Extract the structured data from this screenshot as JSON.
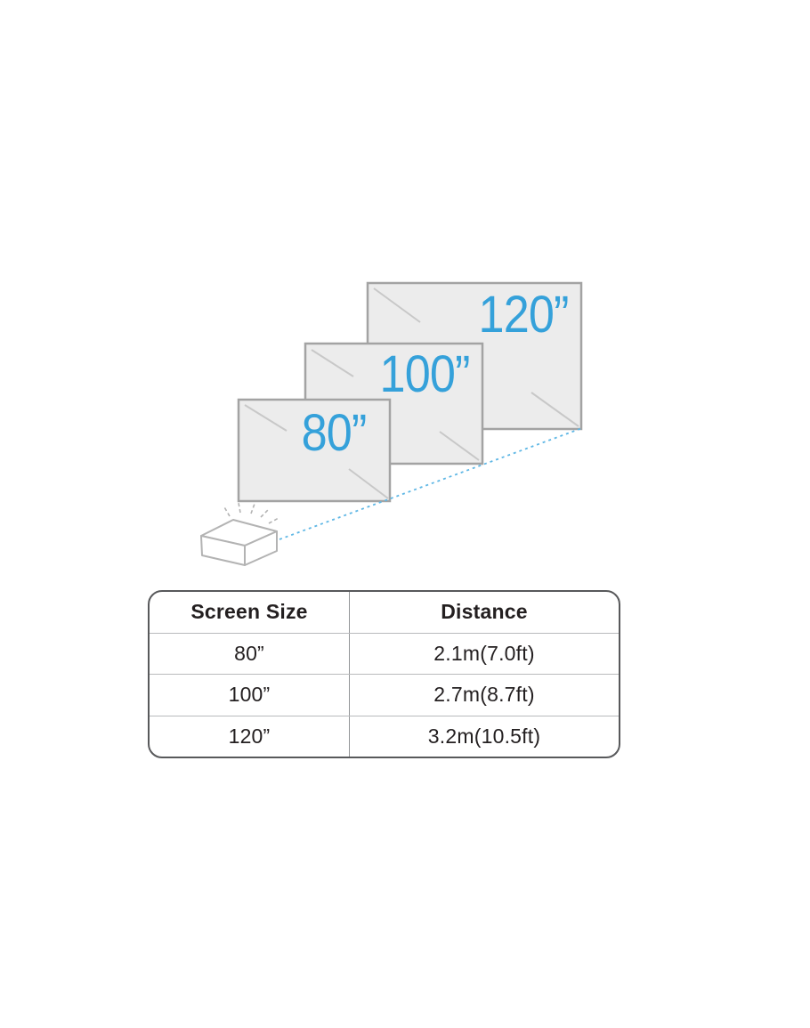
{
  "colors": {
    "accent_blue": "#35a1da",
    "beam_blue": "#5fb7e5",
    "screen_fill": "#ececec",
    "screen_border": "#a3a3a3",
    "table_border": "#58595b"
  },
  "diagram": {
    "screens": [
      {
        "id": "80",
        "label": "80”"
      },
      {
        "id": "100",
        "label": "100”"
      },
      {
        "id": "120",
        "label": "120”"
      }
    ]
  },
  "table": {
    "headers": [
      "Screen Size",
      "Distance"
    ],
    "rows": [
      {
        "size": "80”",
        "distance": "2.1m(7.0ft)"
      },
      {
        "size": "100”",
        "distance": "2.7m(8.7ft)"
      },
      {
        "size": "120”",
        "distance": "3.2m(10.5ft)"
      }
    ]
  }
}
